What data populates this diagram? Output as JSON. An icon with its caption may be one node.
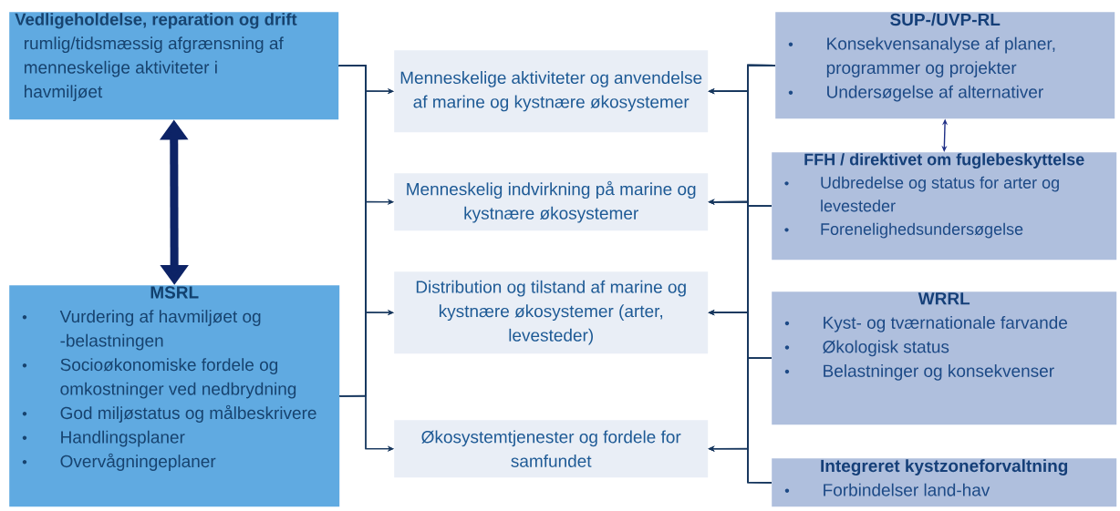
{
  "diagram": {
    "nodes": [
      {
        "text": [
          "Vedligeholdelse, reparation og drift",
          "rumlig/tidsmæssig afgrænsning af menneskelige aktiviteter i havmiljøet"
        ]
      },
      {
        "text": [
          "MSRL",
          "Vurdering af havmiljøet og -belastningen",
          "Socioøkonomiske fordele og omkostninger ved nedbrydning",
          "God miljøstatus og målbeskrivere",
          "Handlingsplaner",
          "Overvågningeplaner"
        ]
      },
      {
        "text": [
          "Menneskelige aktiviteter og anvendelse af marine og kystnære økosystemer"
        ]
      },
      {
        "text": [
          "Menneskelig indvirkning på marine og kystnære økosystemer"
        ]
      },
      {
        "text": [
          "Distribution og tilstand af marine og kystnære økosystemer (arter, levesteder)"
        ]
      },
      {
        "text": [
          "Økosystemtjenester og fordele for samfundet"
        ]
      },
      {
        "text": [
          "SUP-/UVP-RL",
          "Konsekvensanalyse af planer, programmer og projekter",
          "Undersøgelse af alternativer"
        ]
      },
      {
        "text": [
          "FFH / direktivet om fuglebeskyttelse",
          "Udbredelse og status for arter og levesteder",
          "Forenelighedsundersøgelse"
        ]
      },
      {
        "text": [
          "WRRL",
          "Kyst- og tværnationale farvande",
          "Økologisk status",
          "Belastninger og konsekvenser"
        ]
      },
      {
        "text": [
          "Integreret kystzoneforvaltning",
          "Forbindelser land-hav"
        ]
      }
    ],
    "edges": [
      {
        "from": 0,
        "to": 1,
        "arrow": "both",
        "style": "thick",
        "color": "#0d2366"
      },
      {
        "from": 0,
        "to": 2,
        "arrow": "to"
      },
      {
        "from": 0,
        "to": 3,
        "arrow": "to"
      },
      {
        "from": 0,
        "to": 4,
        "arrow": "to"
      },
      {
        "from": 0,
        "to": 5,
        "arrow": "to"
      },
      {
        "from": 1,
        "to": 2,
        "arrow": "to"
      },
      {
        "from": 1,
        "to": 3,
        "arrow": "to"
      },
      {
        "from": 1,
        "to": 4,
        "arrow": "to"
      },
      {
        "from": 1,
        "to": 5,
        "arrow": "to"
      },
      {
        "from": 6,
        "to": 7,
        "arrow": "both",
        "color": "#1f2f86"
      },
      {
        "from": 6,
        "to": 2,
        "arrow": "to"
      },
      {
        "from": 6,
        "to": 3,
        "arrow": "to"
      },
      {
        "from": 6,
        "to": 4,
        "arrow": "to"
      },
      {
        "from": 6,
        "to": 5,
        "arrow": "to"
      },
      {
        "from": 7,
        "to": 2,
        "arrow": "to"
      },
      {
        "from": 7,
        "to": 3,
        "arrow": "to"
      },
      {
        "from": 7,
        "to": 4,
        "arrow": "to"
      },
      {
        "from": 7,
        "to": 5,
        "arrow": "to"
      },
      {
        "from": 8,
        "to": 2,
        "arrow": "to"
      },
      {
        "from": 8,
        "to": 3,
        "arrow": "to"
      },
      {
        "from": 8,
        "to": 4,
        "arrow": "to"
      },
      {
        "from": 8,
        "to": 5,
        "arrow": "to"
      },
      {
        "from": 9,
        "to": 2,
        "arrow": "to"
      },
      {
        "from": 9,
        "to": 3,
        "arrow": "to"
      },
      {
        "from": 9,
        "to": 4,
        "arrow": "to"
      },
      {
        "from": 9,
        "to": 5,
        "arrow": "to"
      }
    ]
  }
}
